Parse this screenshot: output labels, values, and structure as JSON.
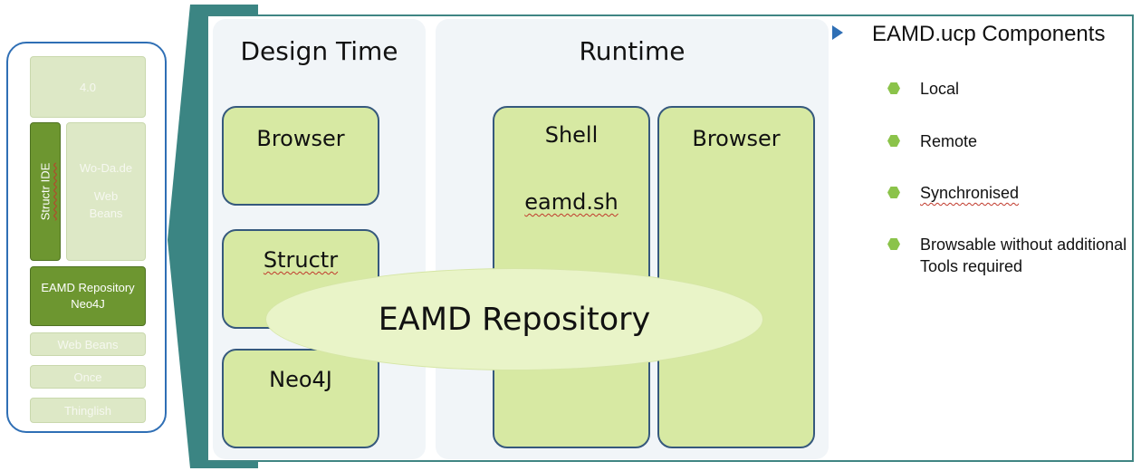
{
  "stack": {
    "items": [
      {
        "label": "4.0",
        "style": "faded"
      },
      {
        "label": "Structr IDE",
        "style": "dark"
      },
      {
        "label": "Wo-Da.de",
        "sub": "Web Beans",
        "style": "faded"
      },
      {
        "label": "EAMD Repository",
        "sub": "Neo4J",
        "style": "dark"
      },
      {
        "label": "Web Beans",
        "style": "faded"
      },
      {
        "label": "Once",
        "style": "faded"
      },
      {
        "label": "Thinglish",
        "style": "faded"
      }
    ]
  },
  "design_time": {
    "title": "Design Time",
    "boxes": [
      "Browser",
      "Structr",
      "Neo4J"
    ]
  },
  "runtime": {
    "title": "Runtime",
    "shell": {
      "label": "Shell",
      "sub": "eamd.sh"
    },
    "browser": "Browser"
  },
  "ellipse_label": "EAMD Repository",
  "components": {
    "title": "EAMD.ucp Components",
    "items": [
      "Local",
      "Remote",
      "Synchronised",
      "Browsable without additional Tools required"
    ]
  },
  "colors": {
    "frame_border": "#3f8583",
    "stack_border": "#2f6fb5",
    "connector": "#3b8583",
    "box_fill": "#d7e9a3",
    "box_border": "#36597d",
    "ellipse_fill": "#e9f4c8",
    "bullet": "#8bc34a",
    "dark_green": "#6d9630",
    "faded_green": "#dde8c6"
  }
}
